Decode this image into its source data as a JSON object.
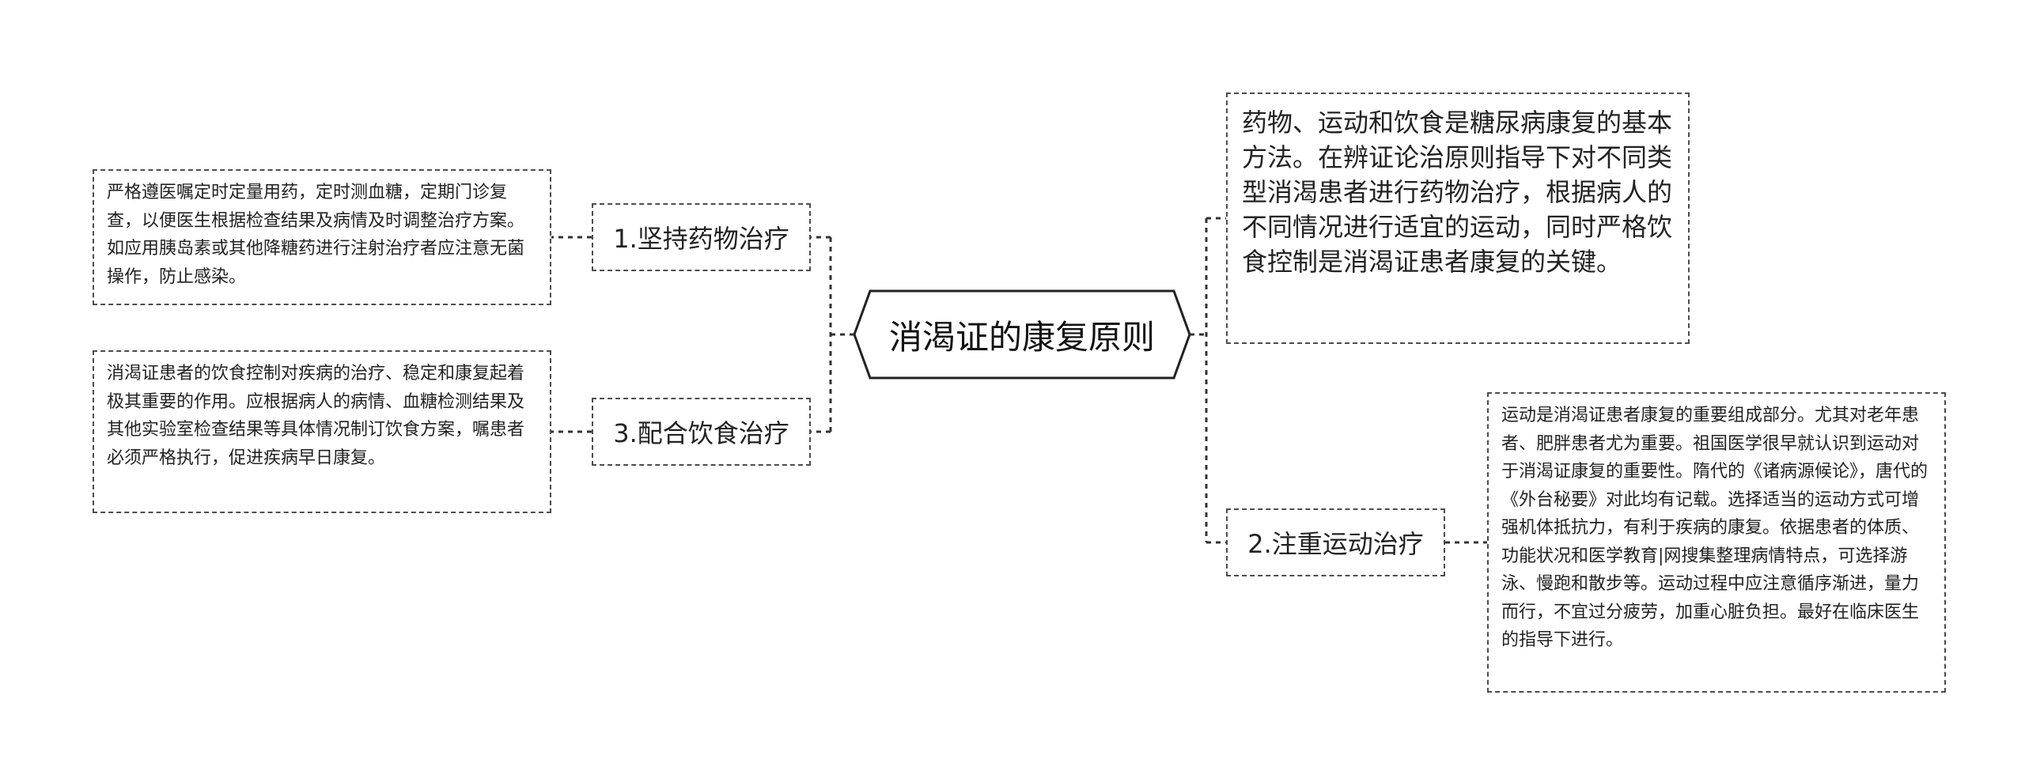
{
  "root": {
    "title": "消渴证的康复原则"
  },
  "branches": [
    {
      "label": "1.坚持药物治疗",
      "detail": "严格遵医嘱定时定量用药，定时测血糖，定期门诊复查，以便医生根据检查结果及病情及时调整治疗方案。如应用胰岛素或其他降糖药进行注射治疗者应注意无菌操作，防止感染。"
    },
    {
      "label": "3.配合饮食治疗",
      "detail": "消渴证患者的饮食控制对疾病的治疗、稳定和康复起着极其重要的作用。应根据病人的病情、血糖检测结果及其他实验室检查结果等具体情况制订饮食方案，嘱患者必须严格执行，促进疾病早日康复。"
    },
    {
      "label": "2.注重运动治疗",
      "detail": "运动是消渴证患者康复的重要组成部分。尤其对老年患者、肥胖患者尤为重要。祖国医学很早就认识到运动对于消渴证康复的重要性。隋代的《诸病源候论》，唐代的《外台秘要》对此均有记载。选择适当的运动方式可增强机体抵抗力，有利于疾病的康复。依据患者的体质、功能状况和医学教育|网搜集整理病情特点，可选择游泳、慢跑和散步等。运动过程中应注意循序渐进，量力而行，不宜过分疲劳，加重心脏负担。最好在临床医生的指导下进行。"
    }
  ],
  "summary": "药物、运动和饮食是糖尿病康复的基本方法。在辨证论治原则指导下对不同类型消渴患者进行药物治疗，根据病人的不同情况进行适宜的运动，同时严格饮食控制是消渴证患者康复的关键。",
  "colors": {
    "line": "#333333",
    "border": "#4d4d4d",
    "text": "#222222"
  }
}
